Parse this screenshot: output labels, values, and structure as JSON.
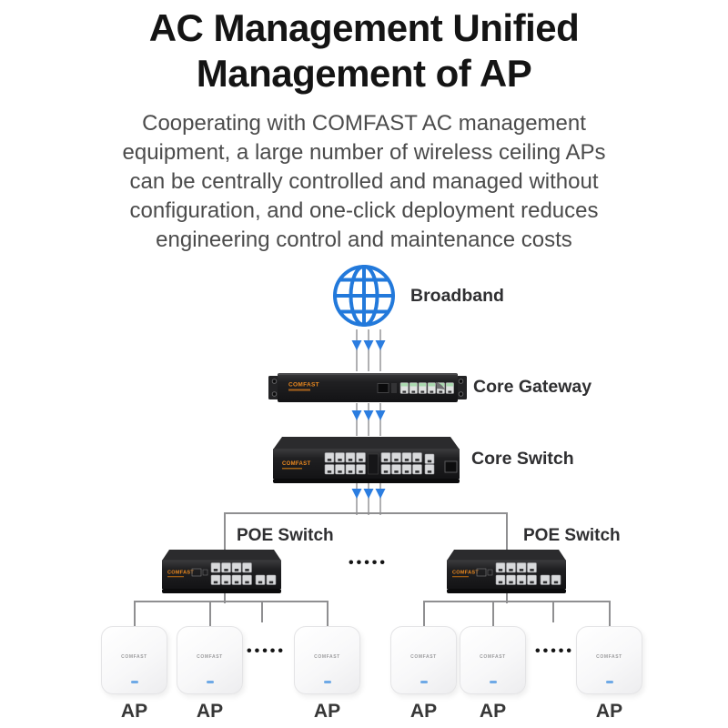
{
  "header": {
    "title_lines": [
      "AC Management Unified",
      "Management of AP"
    ],
    "description_lines": [
      "Cooperating with COMFAST AC management",
      "equipment, a large number of wireless ceiling APs",
      "can be centrally controlled and managed without",
      "configuration, and one-click deployment reduces",
      "engineering control and maintenance costs"
    ]
  },
  "diagram": {
    "broadband_label": "Broadband",
    "core_gateway_label": "Core Gateway",
    "core_switch_label": "Core Switch",
    "poe_left_label": "POE Switch",
    "poe_right_label": "POE Switch",
    "brand": "COMFAST",
    "dots": "•••••",
    "ap_labels": [
      "AP",
      "AP",
      "AP",
      "AP",
      "AP",
      "AP"
    ]
  },
  "colors": {
    "globe_blue": "#2279DB",
    "arrow_blue": "#2B7DE0",
    "line_gray": "#8F8F91",
    "brand_orange": "#ED8A1F",
    "device_black": "#1B1B1D",
    "title_text": "#141414",
    "body_text": "#4B4B4B",
    "label_text": "#2F2F31"
  }
}
